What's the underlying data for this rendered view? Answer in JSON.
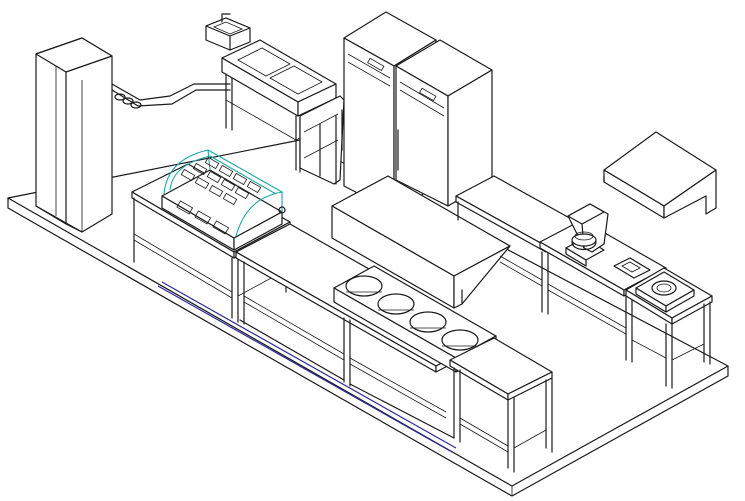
{
  "colors": {
    "line": "#1a1a1a",
    "glass": "#1aa6a6",
    "drain": "#2b2b9a",
    "background": "#ffffff"
  },
  "equipment": [
    {
      "id": "tall-fridge-left"
    },
    {
      "id": "hand-sink"
    },
    {
      "id": "double-sink-unit"
    },
    {
      "id": "refrigerator-left"
    },
    {
      "id": "refrigerator-right"
    },
    {
      "id": "exhaust-hood-wall"
    },
    {
      "id": "display-warmer"
    },
    {
      "id": "cooking-island-hood"
    },
    {
      "id": "induction-wok-range"
    },
    {
      "id": "planetary-mixer"
    },
    {
      "id": "induction-hob"
    },
    {
      "id": "prep-table-run"
    }
  ]
}
